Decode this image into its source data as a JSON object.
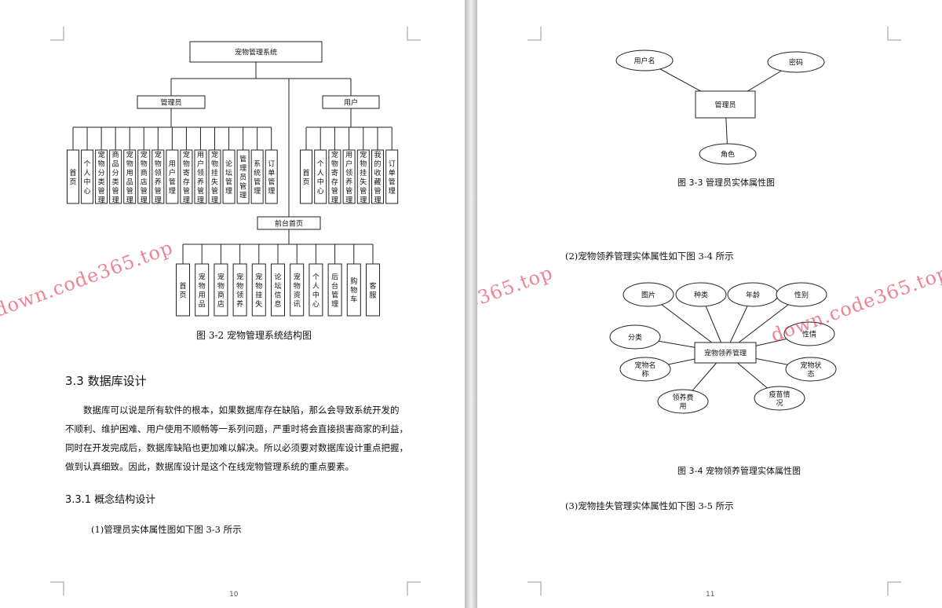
{
  "page_left": {
    "tree": {
      "root": "宠物管理系统",
      "admin": "管理员",
      "user": "用户",
      "front": "前台首页",
      "admin_items": [
        "首页",
        "个人中心",
        "宠物分类管理",
        "商品分类管理",
        "宠物用品管理",
        "宠物商店管理",
        "宠物领养管理",
        "用户管理",
        "宠物寄存管理",
        "用户领养管理",
        "宠物挂失管理",
        "论坛管理",
        "管理员管理",
        "系统管理",
        "订单管理"
      ],
      "user_items": [
        "首页",
        "个人中心",
        "宠物寄存管理",
        "用户领养管理",
        "宠物挂失管理",
        "我的收藏管理",
        "订单管理"
      ],
      "front_items": [
        "首页",
        "宠物用品",
        "宠物商店",
        "宠物领养",
        "宠物挂失",
        "论坛信息",
        "宠物资讯",
        "个人中心",
        "后台管理",
        "购物车",
        "客服"
      ]
    },
    "figure_caption": "图 3-2 宠物管理系统结构图",
    "section_heading": "3.3 数据库设计",
    "paragraph_lines": [
      "数据库可以说是所有软件的根本，如果数据库存在缺陷，那么会导致系统开发的",
      "不顺利、维护困难、用户使用不顺畅等一系列问题，严重时将会直接损害商家的利益，",
      "同时在开发完成后，数据库缺陷也更加难以解决。所以必须要对数据库设计重点把握，",
      "做到认真细致。因此，数据库设计是这个在线宠物管理系统的重点要素。"
    ],
    "subsection_heading": "3.3.1 概念结构设计",
    "item_line": "(1)管理员实体属性图如下图 3-3 所示",
    "page_number": "10",
    "watermark": "down.code365.top"
  },
  "page_right": {
    "er_admin": {
      "entity": "管理员",
      "attributes": [
        "用户名",
        "密码",
        "角色"
      ]
    },
    "caption_3_3": "图 3-3 管理员实体属性图",
    "line_2": "(2)宠物领养管理实体属性如下图 3-4 所示",
    "er_adoption": {
      "entity": "宠物领养管理",
      "attributes": [
        "图片",
        "种类",
        "年龄",
        "性别",
        "分类",
        "性情",
        "宠物名称",
        "宠物状态",
        "领养费用",
        "疫苗情况"
      ]
    },
    "caption_3_4": "图 3-4 宠物领养管理实体属性图",
    "line_3": "(3)宠物挂失管理实体属性如下图 3-5 所示",
    "page_number": "11",
    "watermark": "down.code365.top"
  }
}
